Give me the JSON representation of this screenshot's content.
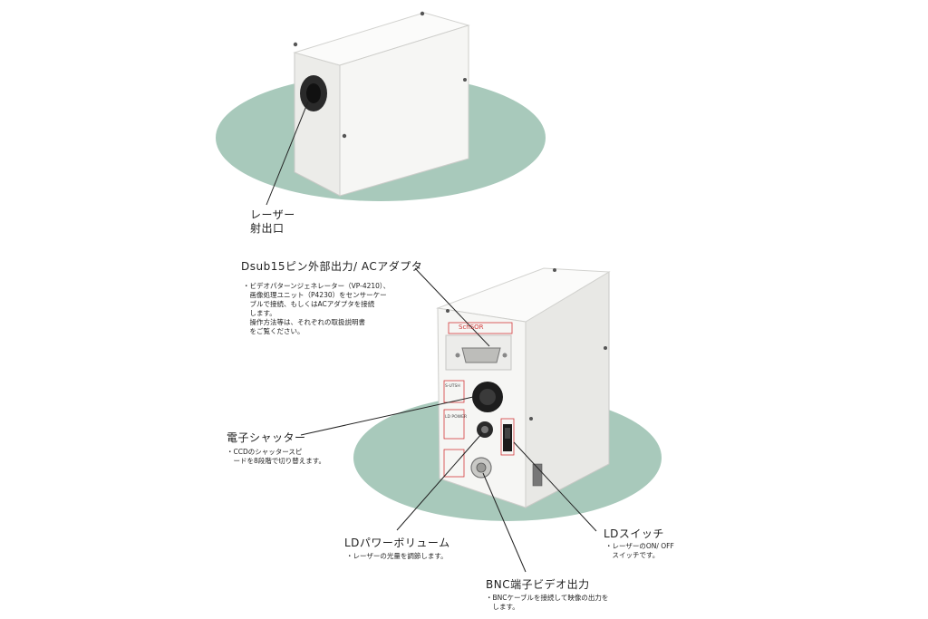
{
  "callouts": {
    "laser_port": {
      "title": "レーザー\n射出口"
    },
    "dsub": {
      "title": "Dsub15ピン外部出力/ ACアダプタ",
      "desc": "・ビデオパターンジェネレーター（VP-4210）、\n　画像処理ユニット（P4230）をセンサーケー\n　ブルで接続、もしくはACアダプタを接続\n　します。\n　操作方法等は、それぞれの取扱説明書\n　をご覧ください。"
    },
    "shutter": {
      "title": "電子シャッター",
      "desc": "・CCDのシャッタースピ\n　ードを8段階で切り替えます。"
    },
    "ld_power": {
      "title": "LDパワーボリューム",
      "desc": "・レーザーの光量を調節します。"
    },
    "ld_switch": {
      "title": "LDスイッチ",
      "desc": "・レーザーのON/ OFF\n　スイッチです。"
    },
    "bnc": {
      "title": "BNC端子ビデオ出力",
      "desc": "・BNCケーブルを接続して映像の出力を\n　します。"
    }
  },
  "device_panel": {
    "brand": "SchSOR",
    "shutter_tag": "S-UTSH",
    "power_tag": "LD POWER"
  },
  "colors": {
    "floor": "#a8c9bb",
    "device_front": "#f7f7f5",
    "device_side": "#e6e6e3",
    "device_top": "#fbfbfa",
    "leader": "#222222",
    "accent_red": "#d23a3a"
  }
}
